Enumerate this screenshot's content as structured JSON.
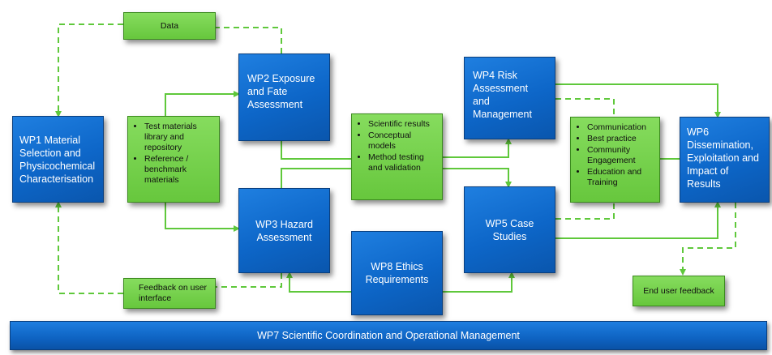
{
  "colors": {
    "work_package": "#0d66c8",
    "activity": "#67c73d",
    "arrow": "#5fc83b"
  },
  "data_tag": "Data",
  "feedback_tag": "Feedback on user interface",
  "end_user_tag": "End user feedback",
  "wp1": "WP1 Material Selection and Physicochemical Characterisation",
  "wp2": "WP2 Exposure and Fate Assessment",
  "wp3": "WP3 Hazard Assessment",
  "wp4": "WP4 Risk Assessment and Management",
  "wp5": "WP5 Case Studies",
  "wp6": "WP6 Dissemination, Exploitation and Impact of Results",
  "wp7": "WP7 Scientific Coordination and Operational Management",
  "wp8": "WP8 Ethics Requirements",
  "materials": [
    "Test materials library and repository",
    "Reference / benchmark materials"
  ],
  "results": [
    "Scientific results",
    "Conceptual models",
    "Method testing and validation"
  ],
  "outreach": [
    "Communication",
    "Best practice",
    "Community Engagement",
    "Education and Training"
  ]
}
